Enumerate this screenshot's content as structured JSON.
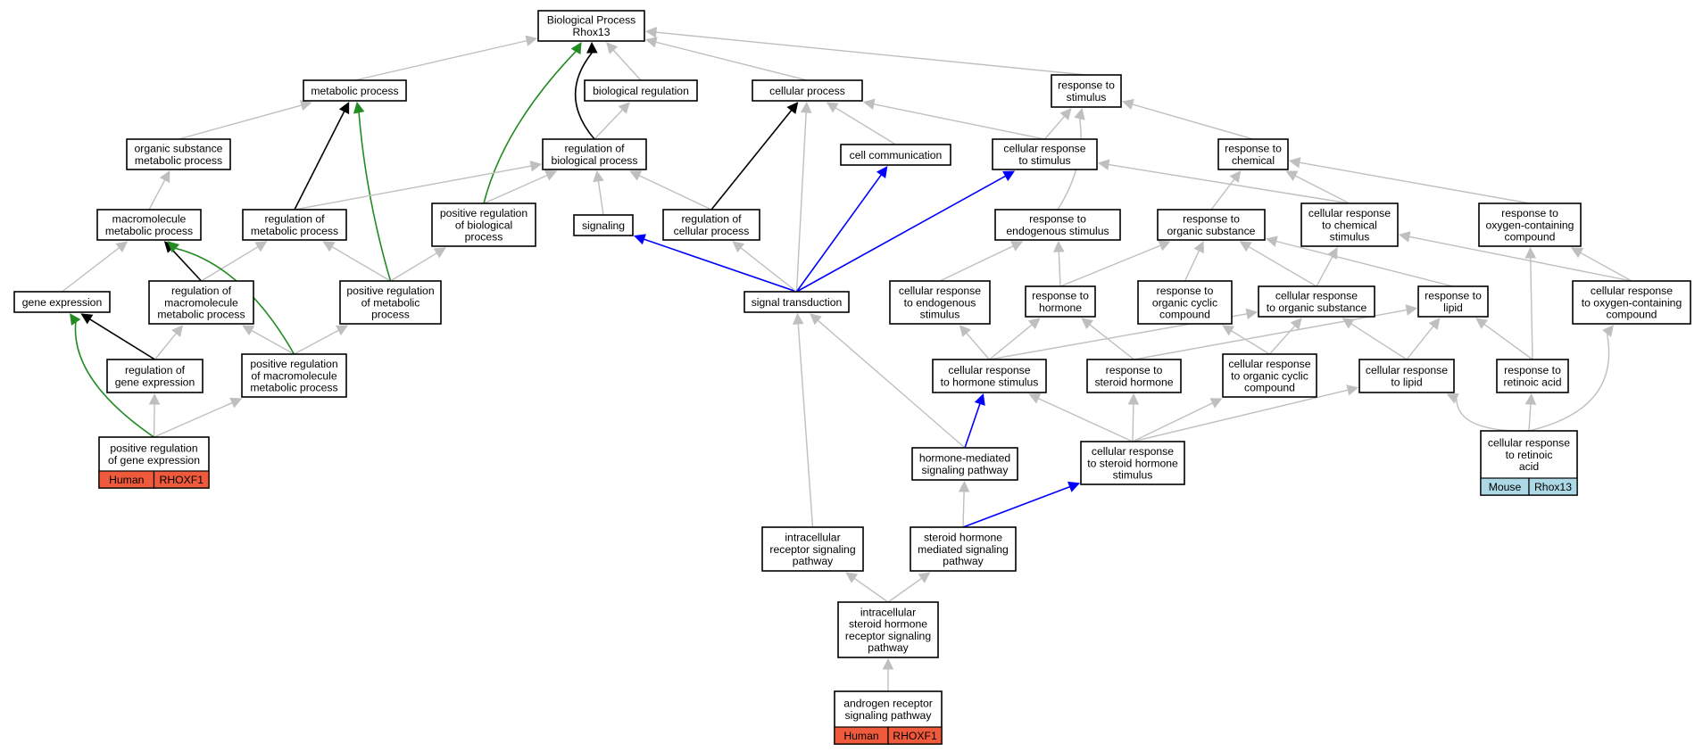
{
  "graph": {
    "colors": {
      "gray": "#bfbfbf",
      "black": "#000000",
      "green": "#228b22",
      "blue": "#0000ff",
      "human": "#f05a3c",
      "mouse": "#add8e6"
    },
    "nodes": [
      {
        "id": "bp",
        "lines": [
          "Biological Process",
          "Rhox13"
        ]
      },
      {
        "id": "mp",
        "lines": [
          "metabolic process"
        ]
      },
      {
        "id": "br",
        "lines": [
          "biological regulation"
        ]
      },
      {
        "id": "cp",
        "lines": [
          "cellular process"
        ]
      },
      {
        "id": "rs",
        "lines": [
          "response to",
          "stimulus"
        ]
      },
      {
        "id": "osmp",
        "lines": [
          "organic substance",
          "metabolic process"
        ]
      },
      {
        "id": "rbp",
        "lines": [
          "regulation of",
          "biological process"
        ]
      },
      {
        "id": "cc",
        "lines": [
          "cell communication"
        ]
      },
      {
        "id": "crs",
        "lines": [
          "cellular response",
          "to stimulus"
        ]
      },
      {
        "id": "rc",
        "lines": [
          "response to",
          "chemical"
        ]
      },
      {
        "id": "mmp",
        "lines": [
          "macromolecule",
          "metabolic process"
        ]
      },
      {
        "id": "rmp",
        "lines": [
          "regulation of",
          "metabolic process"
        ]
      },
      {
        "id": "prbp",
        "lines": [
          "positive regulation",
          "of biological",
          "process"
        ]
      },
      {
        "id": "sig",
        "lines": [
          "signaling"
        ]
      },
      {
        "id": "rcp",
        "lines": [
          "regulation of",
          "cellular process"
        ]
      },
      {
        "id": "res",
        "lines": [
          "response to",
          "endogenous stimulus"
        ]
      },
      {
        "id": "ros",
        "lines": [
          "response to",
          "organic substance"
        ]
      },
      {
        "id": "crcs",
        "lines": [
          "cellular response",
          "to chemical",
          "stimulus"
        ]
      },
      {
        "id": "rocc",
        "lines": [
          "response to",
          "oxygen-containing",
          "compound"
        ]
      },
      {
        "id": "ge",
        "lines": [
          "gene expression"
        ]
      },
      {
        "id": "rmmp",
        "lines": [
          "regulation of",
          "macromolecule",
          "metabolic process"
        ]
      },
      {
        "id": "prmp",
        "lines": [
          "positive regulation",
          "of metabolic",
          "process"
        ]
      },
      {
        "id": "st",
        "lines": [
          "signal transduction"
        ]
      },
      {
        "id": "cres",
        "lines": [
          "cellular response",
          "to endogenous",
          "stimulus"
        ]
      },
      {
        "id": "rh",
        "lines": [
          "response to",
          "hormone"
        ]
      },
      {
        "id": "rocyc",
        "lines": [
          "response to",
          "organic cyclic",
          "compound"
        ]
      },
      {
        "id": "cros",
        "lines": [
          "cellular response",
          "to organic substance"
        ]
      },
      {
        "id": "rl",
        "lines": [
          "response to",
          "lipid"
        ]
      },
      {
        "id": "crocc",
        "lines": [
          "cellular response",
          "to oxygen-containing",
          "compound"
        ]
      },
      {
        "id": "rge",
        "lines": [
          "regulation of",
          "gene expression"
        ]
      },
      {
        "id": "prmmp",
        "lines": [
          "positive regulation",
          "of macromolecule",
          "metabolic process"
        ]
      },
      {
        "id": "crhs",
        "lines": [
          "cellular response",
          "to hormone stimulus"
        ]
      },
      {
        "id": "rsh",
        "lines": [
          "response to",
          "steroid hormone"
        ]
      },
      {
        "id": "crocyc",
        "lines": [
          "cellular response",
          "to organic cyclic",
          "compound"
        ]
      },
      {
        "id": "crl",
        "lines": [
          "cellular response",
          "to lipid"
        ]
      },
      {
        "id": "rra",
        "lines": [
          "response to",
          "retinoic acid"
        ]
      },
      {
        "id": "prge",
        "lines": [
          "positive regulation",
          "of gene expression"
        ],
        "tag": [
          "Human",
          "RHOXF1"
        ]
      },
      {
        "id": "hmsp",
        "lines": [
          "hormone-mediated",
          "signaling pathway"
        ]
      },
      {
        "id": "crshs",
        "lines": [
          "cellular response",
          "to steroid hormone",
          "stimulus"
        ]
      },
      {
        "id": "crra",
        "lines": [
          "cellular response",
          "to retinoic",
          "acid"
        ],
        "tag": [
          "Mouse",
          "Rhox13"
        ]
      },
      {
        "id": "irsp",
        "lines": [
          "intracellular",
          "receptor signaling",
          "pathway"
        ]
      },
      {
        "id": "shmsp",
        "lines": [
          "steroid hormone",
          "mediated signaling",
          "pathway"
        ]
      },
      {
        "id": "ishrsp",
        "lines": [
          "intracellular",
          "steroid hormone",
          "receptor signaling",
          "pathway"
        ]
      },
      {
        "id": "arsp",
        "lines": [
          "androgen receptor",
          "signaling pathway"
        ],
        "tag": [
          "Human",
          "RHOXF1"
        ]
      }
    ],
    "edges": [
      {
        "from": "mp",
        "to": "bp",
        "color": "gray"
      },
      {
        "from": "br",
        "to": "bp",
        "color": "gray"
      },
      {
        "from": "cp",
        "to": "bp",
        "color": "gray"
      },
      {
        "from": "rs",
        "to": "bp",
        "color": "gray"
      },
      {
        "from": "osmp",
        "to": "mp",
        "color": "gray"
      },
      {
        "from": "rbp",
        "to": "br",
        "color": "gray"
      },
      {
        "from": "rbp",
        "to": "bp",
        "color": "black"
      },
      {
        "from": "prbp",
        "to": "bp",
        "color": "green"
      },
      {
        "from": "cc",
        "to": "cp",
        "color": "gray"
      },
      {
        "from": "crs",
        "to": "cp",
        "color": "gray"
      },
      {
        "from": "crs",
        "to": "rs",
        "color": "gray"
      },
      {
        "from": "rc",
        "to": "rs",
        "color": "gray"
      },
      {
        "from": "mmp",
        "to": "osmp",
        "color": "gray"
      },
      {
        "from": "rmp",
        "to": "mp",
        "color": "black"
      },
      {
        "from": "prmp",
        "to": "mp",
        "color": "green"
      },
      {
        "from": "rmp",
        "to": "rbp",
        "color": "gray"
      },
      {
        "from": "prbp",
        "to": "rbp",
        "color": "gray"
      },
      {
        "from": "sig",
        "to": "rbp",
        "color": "gray"
      },
      {
        "from": "rcp",
        "to": "rbp",
        "color": "gray"
      },
      {
        "from": "rcp",
        "to": "cp",
        "color": "black"
      },
      {
        "from": "res",
        "to": "rs",
        "color": "gray"
      },
      {
        "from": "ros",
        "to": "rc",
        "color": "gray"
      },
      {
        "from": "crcs",
        "to": "rc",
        "color": "gray"
      },
      {
        "from": "crcs",
        "to": "crs",
        "color": "gray"
      },
      {
        "from": "rocc",
        "to": "rc",
        "color": "gray"
      },
      {
        "from": "ge",
        "to": "mmp",
        "color": "gray"
      },
      {
        "from": "rmmp",
        "to": "mmp",
        "color": "black"
      },
      {
        "from": "rmmp",
        "to": "rmp",
        "color": "gray"
      },
      {
        "from": "prmp",
        "to": "rmp",
        "color": "gray"
      },
      {
        "from": "prmp",
        "to": "prbp",
        "color": "gray"
      },
      {
        "from": "st",
        "to": "sig",
        "color": "blue"
      },
      {
        "from": "st",
        "to": "rcp",
        "color": "gray"
      },
      {
        "from": "st",
        "to": "cp",
        "color": "gray"
      },
      {
        "from": "st",
        "to": "cc",
        "color": "blue"
      },
      {
        "from": "st",
        "to": "crs",
        "color": "blue"
      },
      {
        "from": "cres",
        "to": "res",
        "color": "gray"
      },
      {
        "from": "rh",
        "to": "res",
        "color": "gray"
      },
      {
        "from": "rh",
        "to": "ros",
        "color": "gray"
      },
      {
        "from": "rocyc",
        "to": "ros",
        "color": "gray"
      },
      {
        "from": "cros",
        "to": "ros",
        "color": "gray"
      },
      {
        "from": "cros",
        "to": "crcs",
        "color": "gray"
      },
      {
        "from": "rl",
        "to": "ros",
        "color": "gray"
      },
      {
        "from": "crocc",
        "to": "rocc",
        "color": "gray"
      },
      {
        "from": "crocc",
        "to": "crcs",
        "color": "gray"
      },
      {
        "from": "rge",
        "to": "ge",
        "color": "black"
      },
      {
        "from": "rge",
        "to": "rmmp",
        "color": "gray"
      },
      {
        "from": "prmmp",
        "to": "rmmp",
        "color": "gray"
      },
      {
        "from": "prmmp",
        "to": "prmp",
        "color": "gray"
      },
      {
        "from": "prmmp",
        "to": "mmp",
        "color": "green"
      },
      {
        "from": "crhs",
        "to": "cres",
        "color": "gray"
      },
      {
        "from": "crhs",
        "to": "rh",
        "color": "gray"
      },
      {
        "from": "crhs",
        "to": "cros",
        "color": "gray"
      },
      {
        "from": "rsh",
        "to": "rh",
        "color": "gray"
      },
      {
        "from": "rsh",
        "to": "rl",
        "color": "gray"
      },
      {
        "from": "crocyc",
        "to": "cros",
        "color": "gray"
      },
      {
        "from": "crocyc",
        "to": "rocyc",
        "color": "gray"
      },
      {
        "from": "crl",
        "to": "cros",
        "color": "gray"
      },
      {
        "from": "crl",
        "to": "rl",
        "color": "gray"
      },
      {
        "from": "rra",
        "to": "rl",
        "color": "gray"
      },
      {
        "from": "rra",
        "to": "rocc",
        "color": "gray"
      },
      {
        "from": "prge",
        "to": "rge",
        "color": "gray"
      },
      {
        "from": "prge",
        "to": "prmmp",
        "color": "gray"
      },
      {
        "from": "prge",
        "to": "ge",
        "color": "green"
      },
      {
        "from": "hmsp",
        "to": "crhs",
        "color": "blue"
      },
      {
        "from": "hmsp",
        "to": "st",
        "color": "gray"
      },
      {
        "from": "crshs",
        "to": "crhs",
        "color": "gray"
      },
      {
        "from": "crshs",
        "to": "rsh",
        "color": "gray"
      },
      {
        "from": "crshs",
        "to": "crocyc",
        "color": "gray"
      },
      {
        "from": "crshs",
        "to": "crl",
        "color": "gray"
      },
      {
        "from": "crra",
        "to": "rra",
        "color": "gray"
      },
      {
        "from": "crra",
        "to": "crl",
        "color": "gray"
      },
      {
        "from": "crra",
        "to": "crocc",
        "color": "gray"
      },
      {
        "from": "irsp",
        "to": "st",
        "color": "gray"
      },
      {
        "from": "shmsp",
        "to": "hmsp",
        "color": "gray"
      },
      {
        "from": "shmsp",
        "to": "crshs",
        "color": "blue"
      },
      {
        "from": "ishrsp",
        "to": "irsp",
        "color": "gray"
      },
      {
        "from": "ishrsp",
        "to": "shmsp",
        "color": "gray"
      },
      {
        "from": "arsp",
        "to": "ishrsp",
        "color": "gray"
      }
    ]
  }
}
